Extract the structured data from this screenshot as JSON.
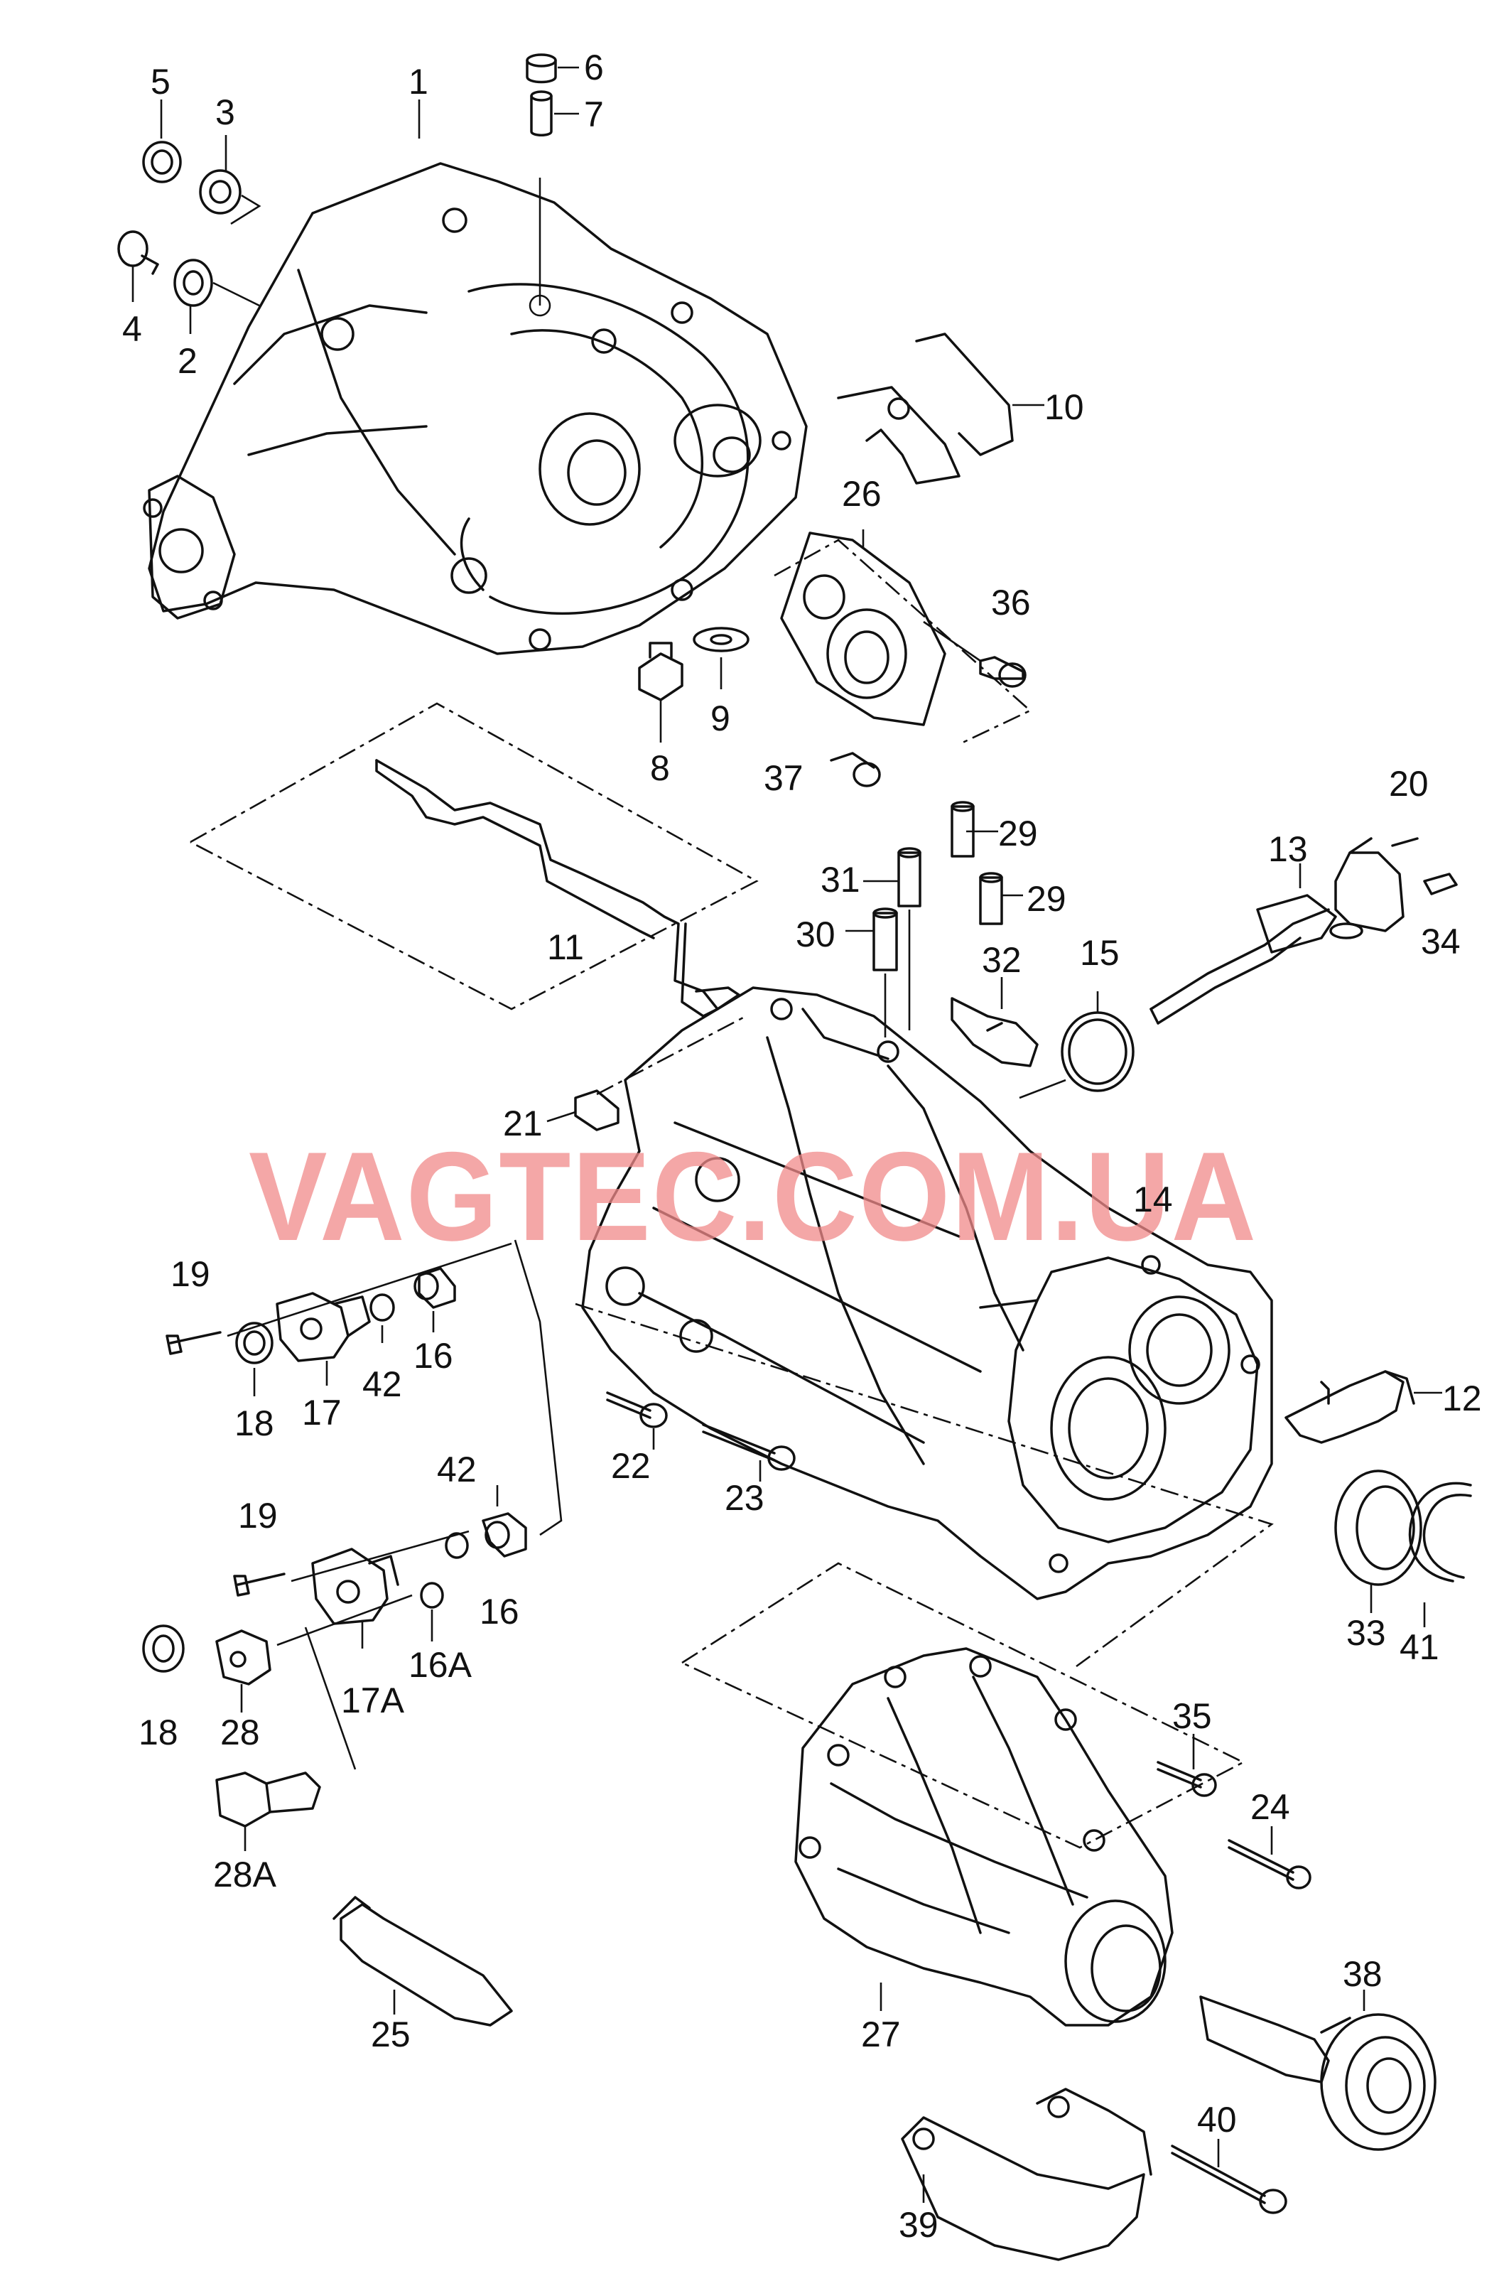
{
  "watermark": "VAGTEC.COM.UA",
  "callouts": {
    "c1": "1",
    "c2": "2",
    "c3": "3",
    "c4": "4",
    "c5": "5",
    "c6": "6",
    "c7": "7",
    "c8": "8",
    "c9": "9",
    "c10": "10",
    "c11": "11",
    "c12": "12",
    "c13": "13",
    "c14": "14",
    "c15": "15",
    "c16a": "16",
    "c16b": "16",
    "c16A": "16A",
    "c17": "17",
    "c17A": "17A",
    "c18a": "18",
    "c18b": "18",
    "c19a": "19",
    "c19b": "19",
    "c20": "20",
    "c21": "21",
    "c22": "22",
    "c23": "23",
    "c24": "24",
    "c25": "25",
    "c26": "26",
    "c27": "27",
    "c28": "28",
    "c28A": "28A",
    "c29a": "29",
    "c29b": "29",
    "c30": "30",
    "c31": "31",
    "c32": "32",
    "c33": "33",
    "c34": "34",
    "c35": "35",
    "c36": "36",
    "c37": "37",
    "c38": "38",
    "c39": "39",
    "c40": "40",
    "c41": "41",
    "c42a": "42",
    "c42b": "42"
  }
}
